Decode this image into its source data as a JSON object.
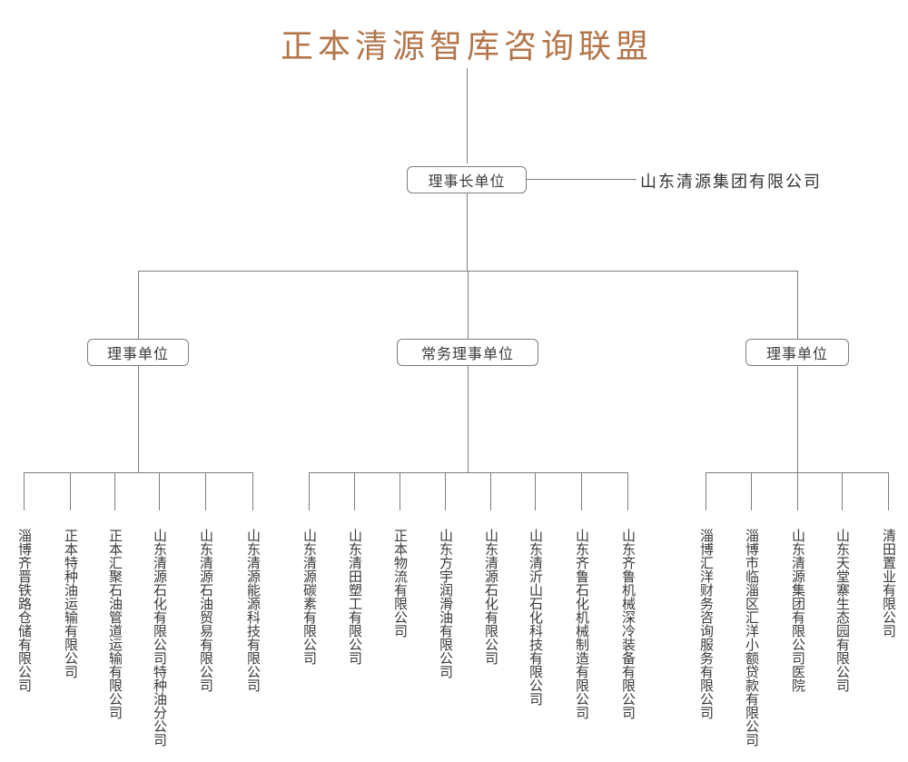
{
  "title": "正本清源智库咨询联盟",
  "chairman": {
    "label": "理事长单位",
    "company": "山东清源集团有限公司"
  },
  "groups": [
    {
      "label": "理事单位",
      "companies": [
        "淄博齐晋铁路仓储有限公司",
        "正本特种油运输有限公司",
        "正本汇聚石油管道运输有限公司",
        "山东清源石化有限公司特种油分公司",
        "山东清源石油贸易有限公司",
        "山东清源能源科技有限公司"
      ]
    },
    {
      "label": "常务理事单位",
      "companies": [
        "山东清源碳素有限公司",
        "山东清田塑工有限公司",
        "正本物流有限公司",
        "山东方宇润滑油有限公司",
        "山东清源石化有限公司",
        "山东清沂山石化科技有限公司",
        "山东齐鲁石化机械制造有限公司",
        "山东齐鲁机械深冷装备有限公司"
      ]
    },
    {
      "label": "理事单位",
      "companies": [
        "淄博汇洋财务咨询服务有限公司",
        "淄博市临淄区汇洋小额贷款有限公司",
        "山东清源集团有限公司医院",
        "山东天堂寨生态园有限公司",
        "清田置业有限公司"
      ]
    }
  ],
  "colors": {
    "title": "#b3764a",
    "line": "#7e7e7e",
    "text": "#3a3a3a"
  }
}
